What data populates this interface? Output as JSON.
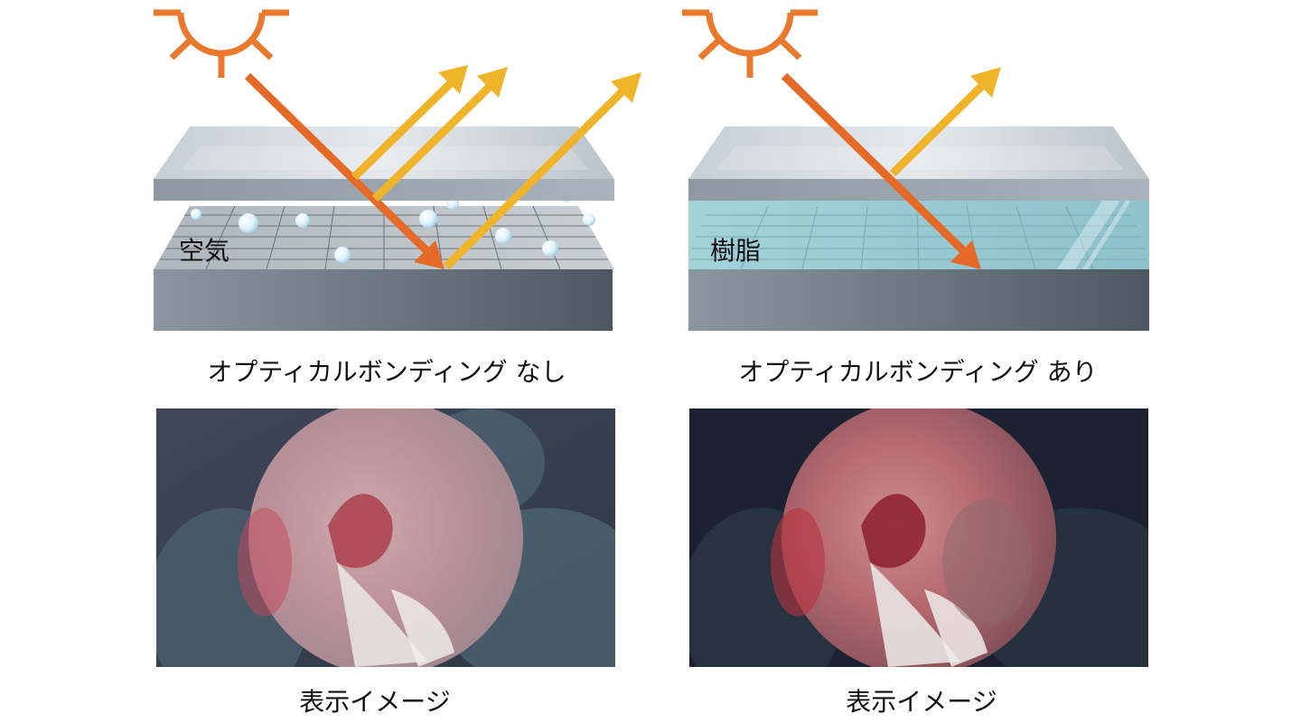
{
  "left_panel": {
    "layer_label": "空気",
    "caption": "オプティカルボンディング なし",
    "image_caption": "表示イメージ"
  },
  "right_panel": {
    "layer_label": "樹脂",
    "caption": "オプティカルボンディング あり",
    "image_caption": "表示イメージ"
  },
  "colors": {
    "sun": "#e8792d",
    "incident_ray": "#e56a28",
    "reflected_ray": "#f0b42a",
    "glass_top": "#c9d2d9",
    "base": "#6f7b85",
    "resin": "#a9d4dc",
    "air_grid": "#a9b2b8",
    "display_bg_left": "#3b4452",
    "display_bg_right": "#1c2230"
  }
}
